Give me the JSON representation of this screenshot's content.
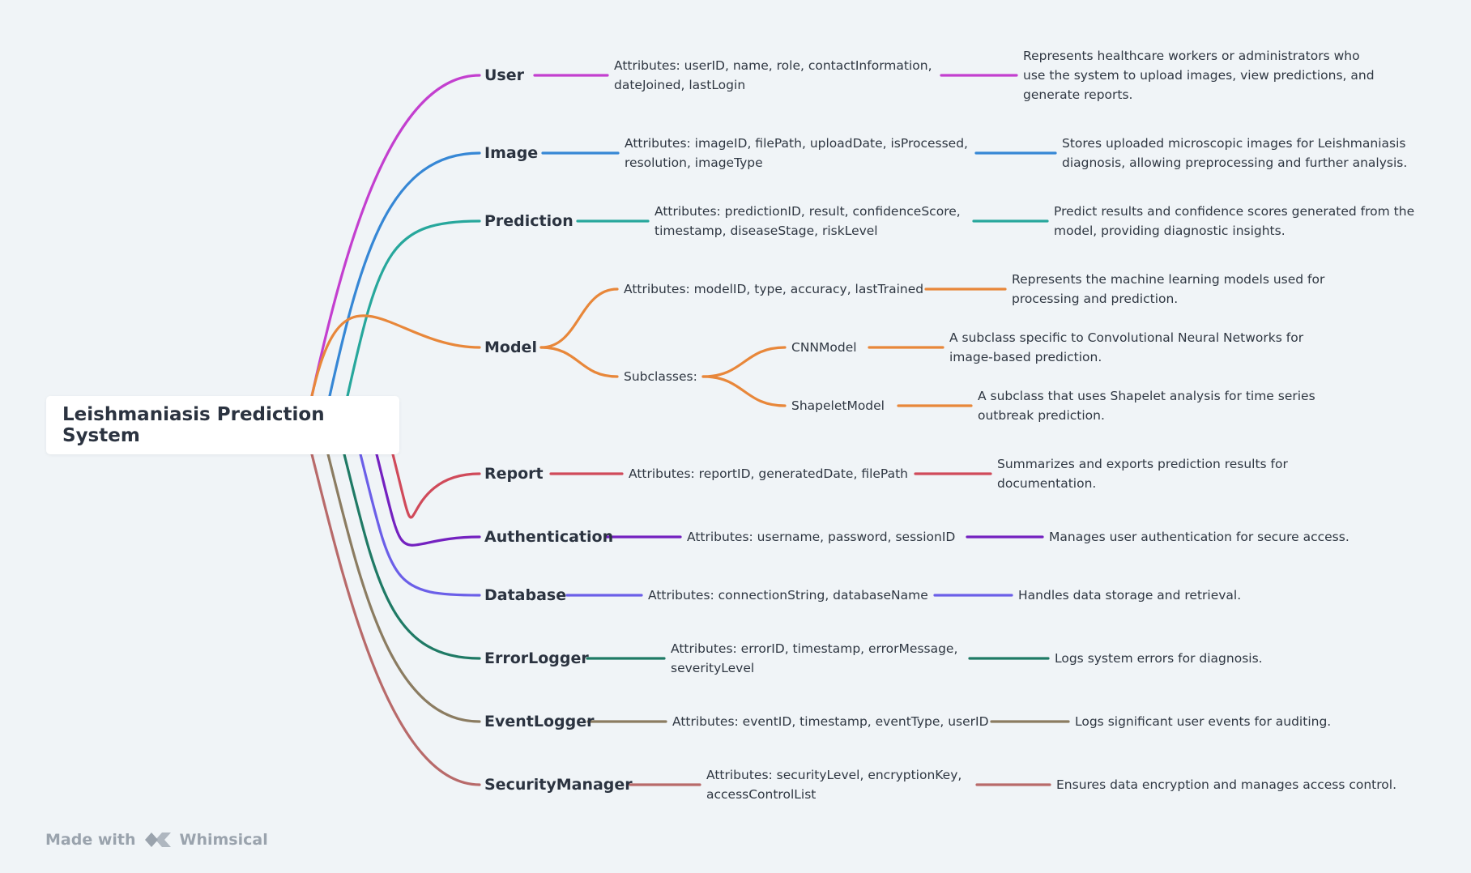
{
  "root": {
    "title": "Leishmaniasis Prediction System"
  },
  "branches": [
    {
      "id": "user",
      "label": "User",
      "color": "#c33fcf",
      "attributes": [
        "Attributes: userID, name, role, contactInformation,",
        "dateJoined, lastLogin"
      ],
      "description": [
        "Represents healthcare workers or administrators who",
        "use the system to upload images, view predictions, and",
        "generate reports."
      ]
    },
    {
      "id": "image",
      "label": "Image",
      "color": "#3687d5",
      "attributes": [
        "Attributes: imageID, filePath, uploadDate, isProcessed,",
        "resolution, imageType"
      ],
      "description": [
        "Stores uploaded microscopic images for Leishmaniasis",
        "diagnosis, allowing preprocessing and further analysis."
      ]
    },
    {
      "id": "prediction",
      "label": "Prediction",
      "color": "#27a79c",
      "attributes": [
        "Attributes: predictionID, result, confidenceScore,",
        "timestamp, diseaseStage, riskLevel"
      ],
      "description": [
        "Predict results and confidence scores generated from the",
        "model, providing diagnostic insights."
      ]
    },
    {
      "id": "model",
      "label": "Model",
      "color": "#e8873a",
      "attributes": [
        "Attributes: modelID, type, accuracy, lastTrained"
      ],
      "description": [
        "Represents the machine learning models used for",
        "processing and prediction."
      ],
      "subclasses_label": "Subclasses:",
      "subclasses": [
        {
          "label": "CNNModel",
          "description": [
            "A subclass specific to Convolutional Neural Networks for",
            "image-based prediction."
          ]
        },
        {
          "label": "ShapeletModel",
          "description": [
            "A subclass that uses Shapelet analysis for time series",
            "outbreak prediction."
          ]
        }
      ]
    },
    {
      "id": "report",
      "label": "Report",
      "color": "#d04a5a",
      "attributes": [
        "Attributes: reportID, generatedDate, filePath"
      ],
      "description": [
        "Summarizes and exports prediction results for",
        "documentation."
      ]
    },
    {
      "id": "authentication",
      "label": "Authentication",
      "color": "#7421c0",
      "attributes": [
        "Attributes: username, password, sessionID"
      ],
      "description": [
        "Manages user authentication for secure access."
      ]
    },
    {
      "id": "database",
      "label": "Database",
      "color": "#6b5fe8",
      "attributes": [
        "Attributes: connectionString, databaseName"
      ],
      "description": [
        "Handles data storage and retrieval."
      ]
    },
    {
      "id": "errorlogger",
      "label": "ErrorLogger",
      "color": "#1f7a65",
      "attributes": [
        "Attributes: errorID, timestamp, errorMessage,",
        "severityLevel"
      ],
      "description": [
        "Logs system errors for diagnosis."
      ]
    },
    {
      "id": "eventlogger",
      "label": "EventLogger",
      "color": "#8b7c61",
      "attributes": [
        "Attributes: eventID, timestamp, eventType, userID"
      ],
      "description": [
        "Logs significant user events for auditing."
      ]
    },
    {
      "id": "securitymanager",
      "label": "SecurityManager",
      "color": "#b86a6a",
      "attributes": [
        "Attributes: securityLevel, encryptionKey,",
        "accessControlList"
      ],
      "description": [
        "Ensures data encryption and manages access control."
      ]
    }
  ],
  "footer": {
    "made_with": "Made with",
    "brand": "Whimsical"
  }
}
